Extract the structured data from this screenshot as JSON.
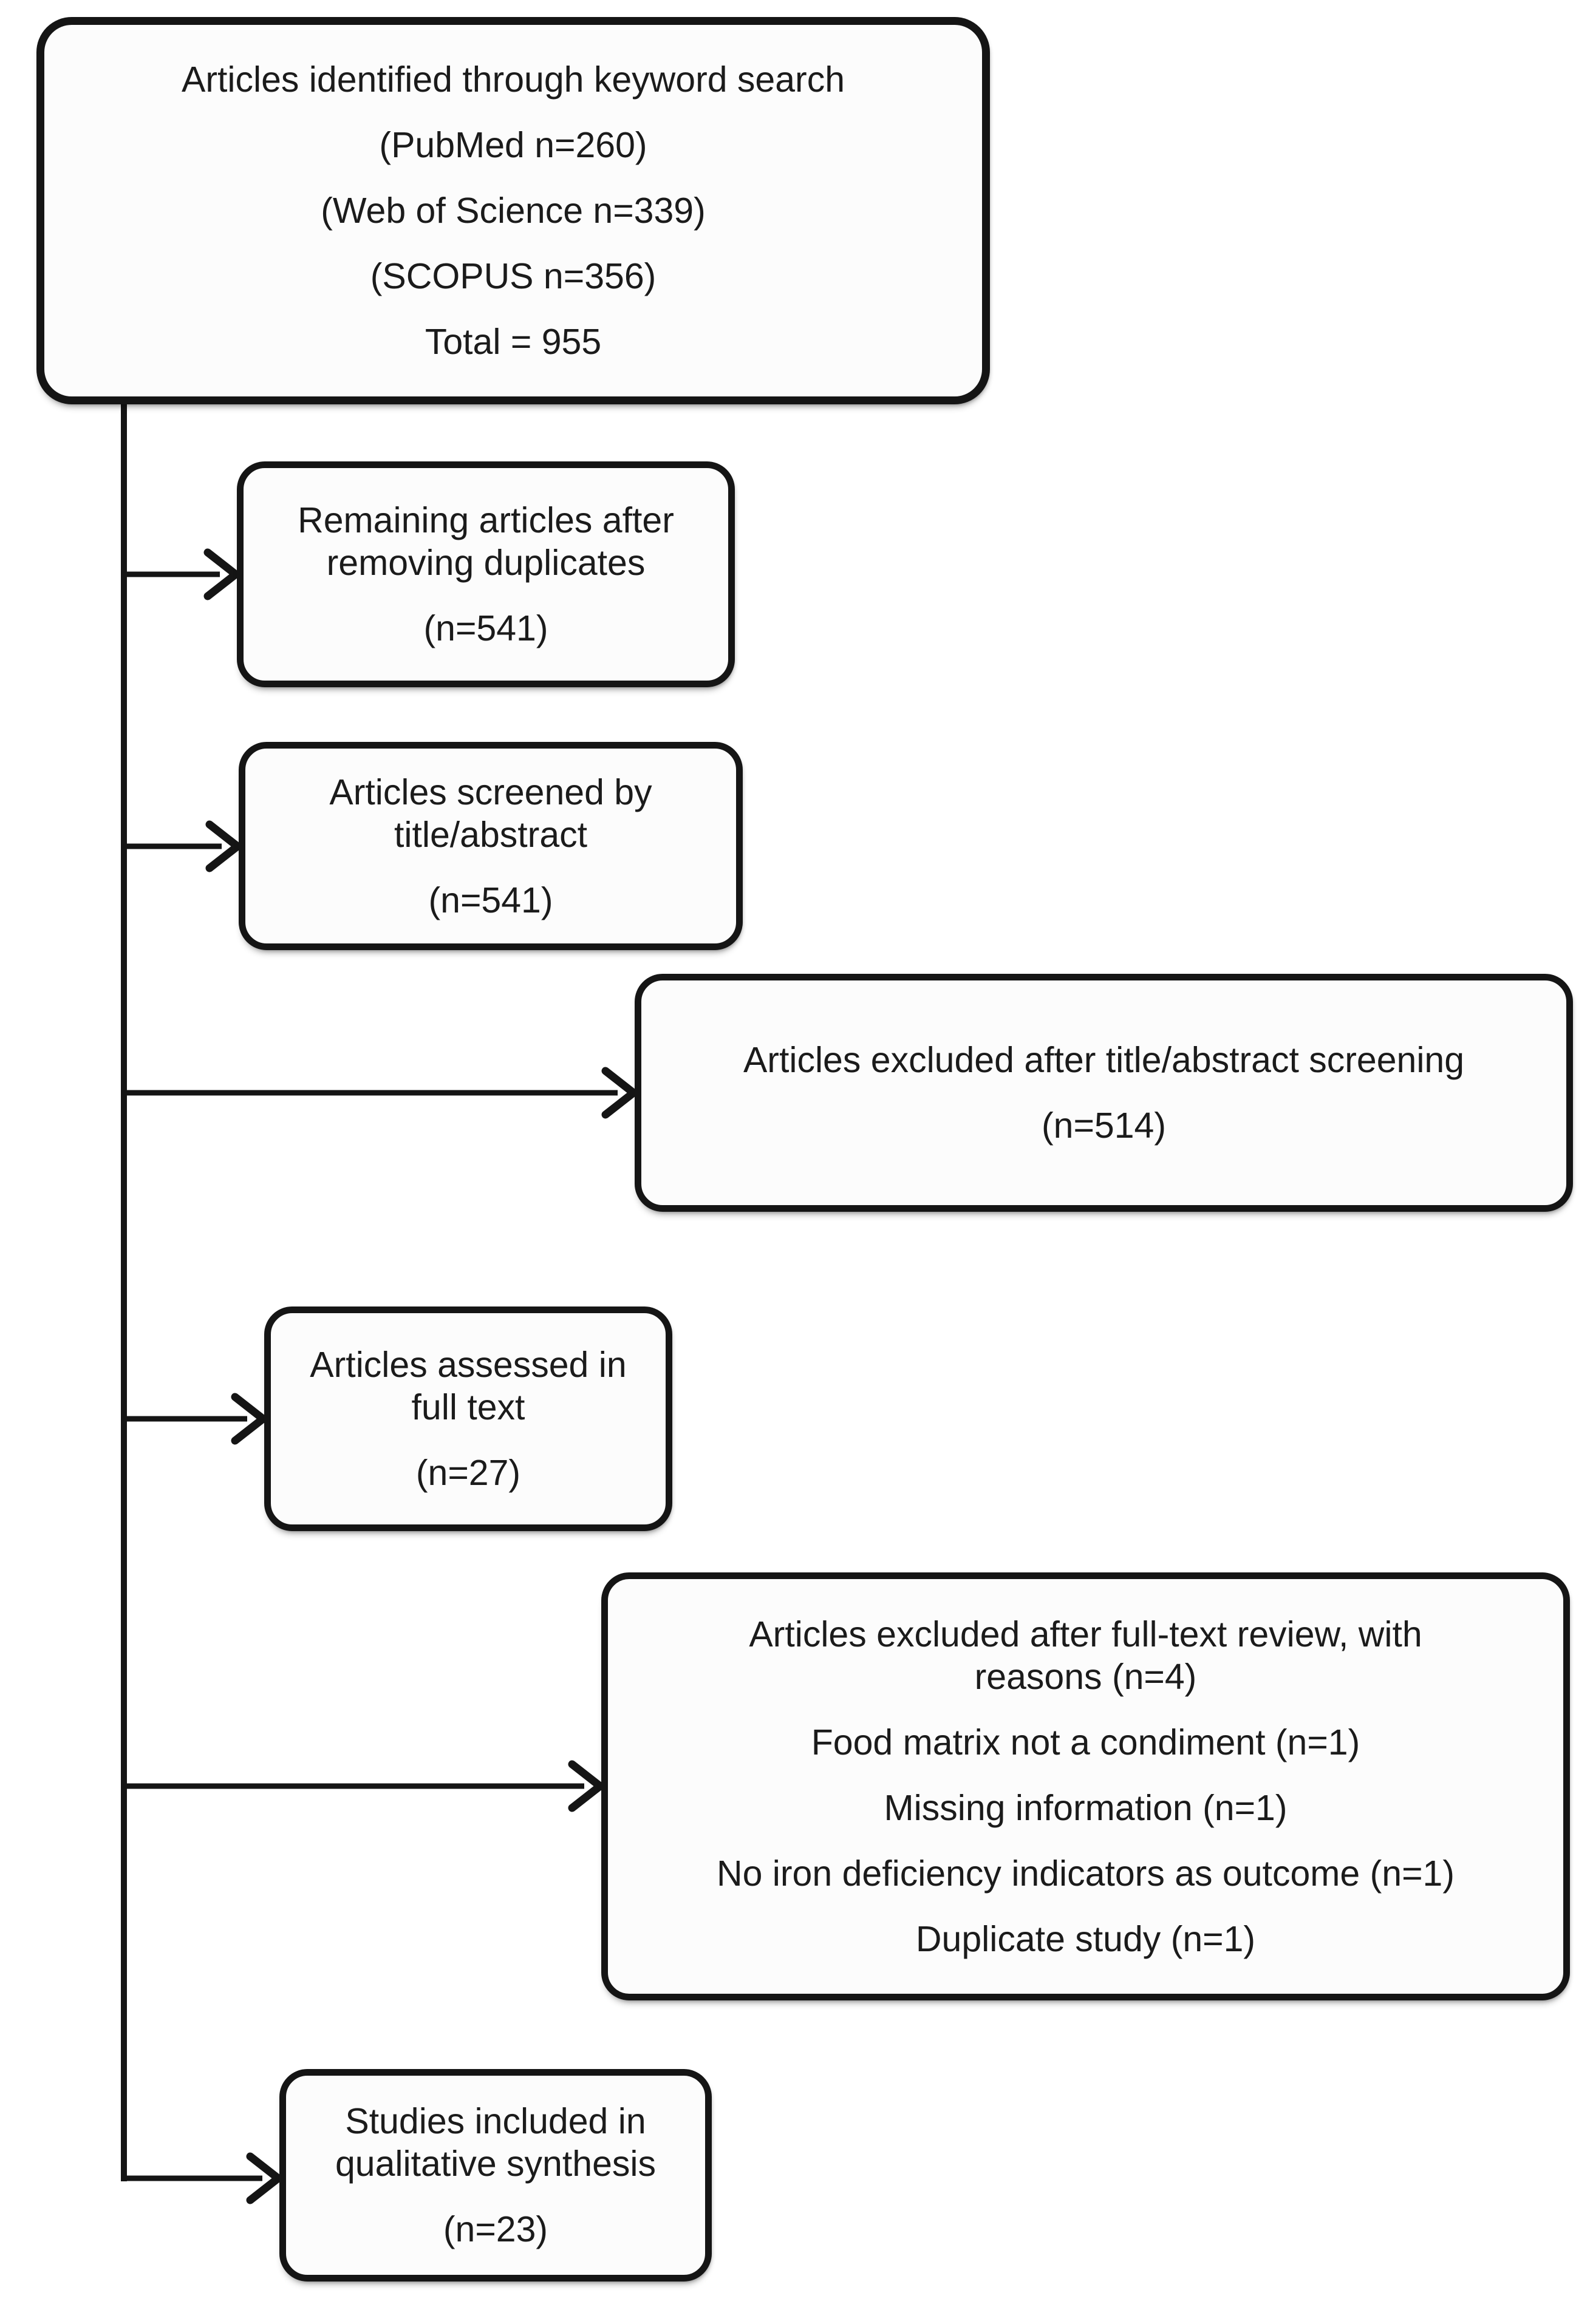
{
  "figure": {
    "type": "flow-diagram",
    "background": "#ffffff",
    "line_color": "#151515",
    "boxes": {
      "identified": {
        "lines": [
          "Articles identified through keyword search",
          "(PubMed n=260)",
          "(Web of Science n=339)",
          "(SCOPUS n=356)",
          "Total = 955"
        ]
      },
      "deduplicated": {
        "lines": [
          "Remaining articles after",
          "removing duplicates",
          "(n=541)"
        ]
      },
      "screened": {
        "lines": [
          "Articles screened by",
          "title/abstract",
          "(n=541)"
        ]
      },
      "excluded_screening": {
        "lines": [
          "Articles excluded after title/abstract screening",
          "(n=514)"
        ]
      },
      "fulltext": {
        "lines": [
          "Articles assessed in",
          "full text",
          "(n=27)"
        ]
      },
      "excluded_fulltext": {
        "lines": [
          "Articles excluded after full-text review, with",
          "reasons (n=4)",
          "Food matrix not a condiment (n=1)",
          "Missing information (n=1)",
          "No iron deficiency indicators as outcome (n=1)",
          "Duplicate study (n=1)"
        ]
      },
      "included": {
        "lines": [
          "Studies included in",
          "qualitative synthesis",
          "(n=23)"
        ]
      }
    }
  }
}
